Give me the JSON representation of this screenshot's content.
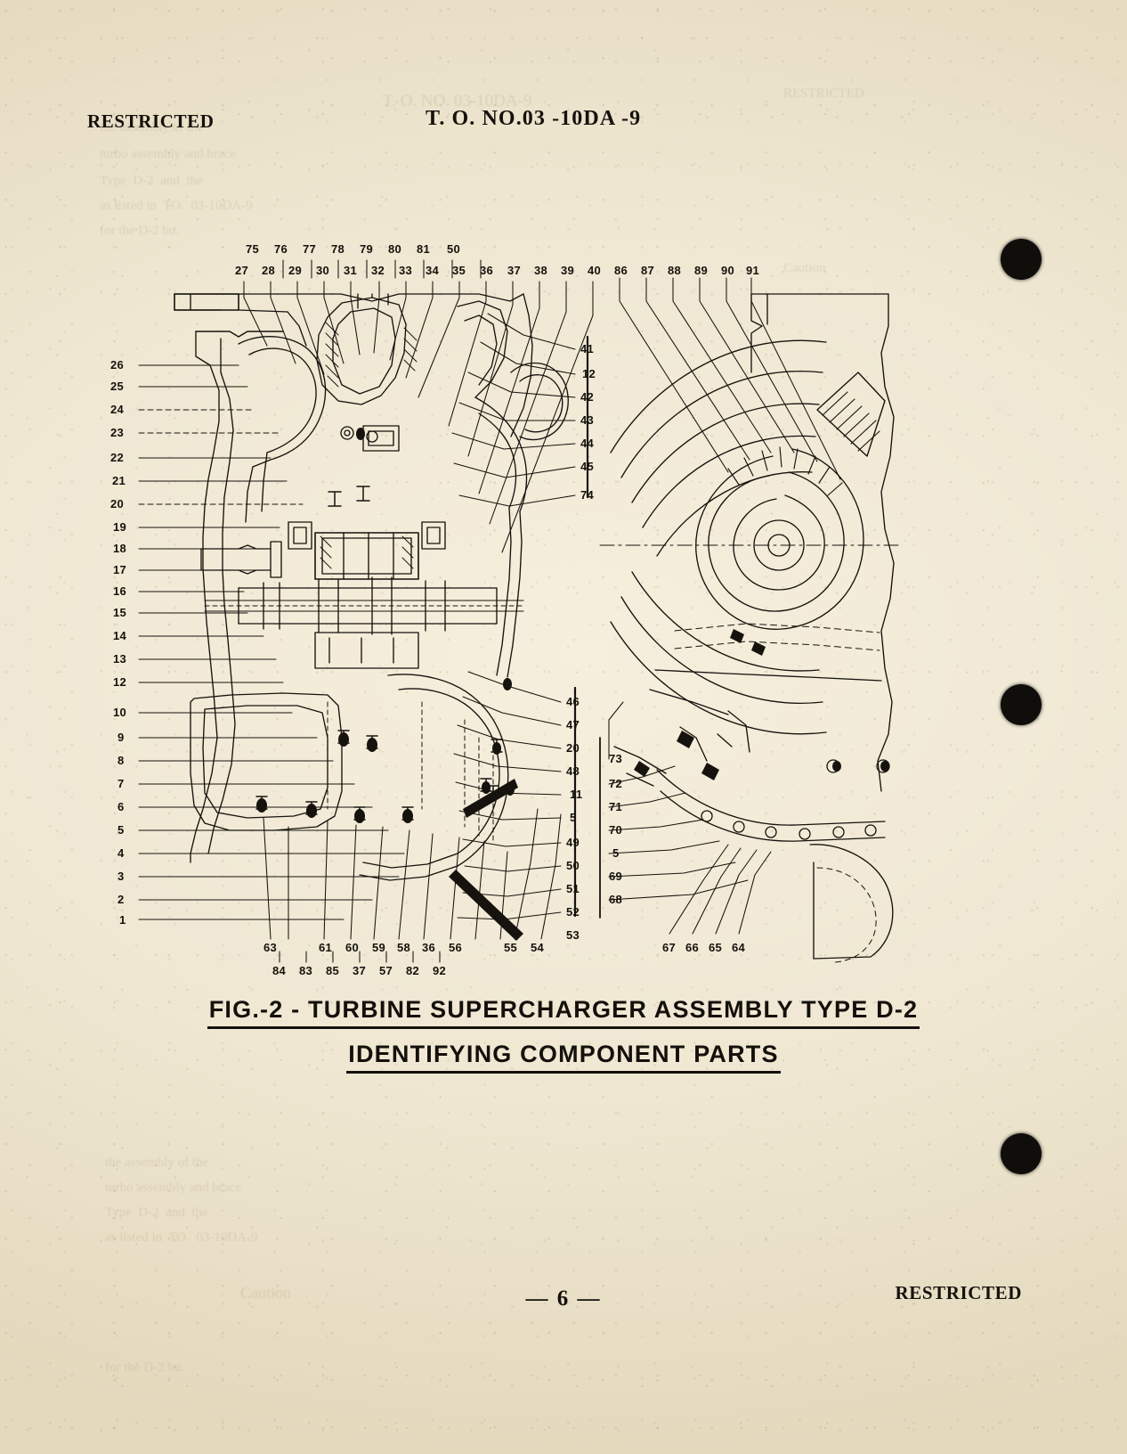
{
  "document": {
    "classification_top": "RESTRICTED",
    "classification_bottom": "RESTRICTED",
    "technical_order_number": "T. O. NO.03 -10DA -9",
    "page_number": "— 6 —"
  },
  "figure": {
    "caption_line_1": "FIG.-2 - TURBINE SUPERCHARGER ASSEMBLY  TYPE D-2",
    "caption_line_2": "IDENTIFYING    COMPONENT   PARTS",
    "description": "Sectioned assembly drawing of a Type D-2 turbine supercharger with numbered leader lines identifying component parts",
    "callouts": {
      "top_upper_row": [
        "75",
        "76",
        "77",
        "78",
        "79",
        "80",
        "81",
        "50"
      ],
      "top_lower_row": [
        "27",
        "28",
        "29",
        "30",
        "31",
        "32",
        "33",
        "34",
        "35",
        "36",
        "37",
        "38",
        "39",
        "40",
        "86",
        "87",
        "88",
        "89",
        "90",
        "91"
      ],
      "left_column": [
        "26",
        "25",
        "24",
        "23",
        "22",
        "21",
        "20",
        "19",
        "18",
        "17",
        "16",
        "15",
        "14",
        "13",
        "12",
        "10",
        "9",
        "8",
        "7",
        "6",
        "5",
        "4",
        "3",
        "2",
        "1"
      ],
      "center_upper_column": [
        "41",
        "12",
        "42",
        "43",
        "44",
        "45",
        "74"
      ],
      "center_lower_column": [
        "46",
        "47",
        "20",
        "48",
        "11",
        "5",
        "49",
        "50",
        "51",
        "52",
        "53"
      ],
      "right_inner_column": [
        "73",
        "72",
        "71",
        "70",
        "5",
        "69",
        "68"
      ],
      "bottom_upper_row": [
        "63",
        "61",
        "60",
        "59",
        "58",
        "36",
        "56",
        "55",
        "54"
      ],
      "bottom_lower_row": [
        "84",
        "83",
        "85",
        "37",
        "57",
        "82",
        "92"
      ],
      "bottom_right_row": [
        "67",
        "66",
        "65",
        "64"
      ]
    }
  },
  "bleed_through_text": [
    "RESTRICTED",
    "T. O. NO. 03-10DA-9",
    "the assembly of the",
    "turbo assembly and brace",
    "Type  D-2  and  the",
    "as listed in  TO.  03-10DA-9",
    "for the D-2 bu.",
    "Caution",
    "RESTRICTED"
  ],
  "colors": {
    "paper": "#efe7d4",
    "ink": "#15120d",
    "hole": "#100e0b"
  }
}
